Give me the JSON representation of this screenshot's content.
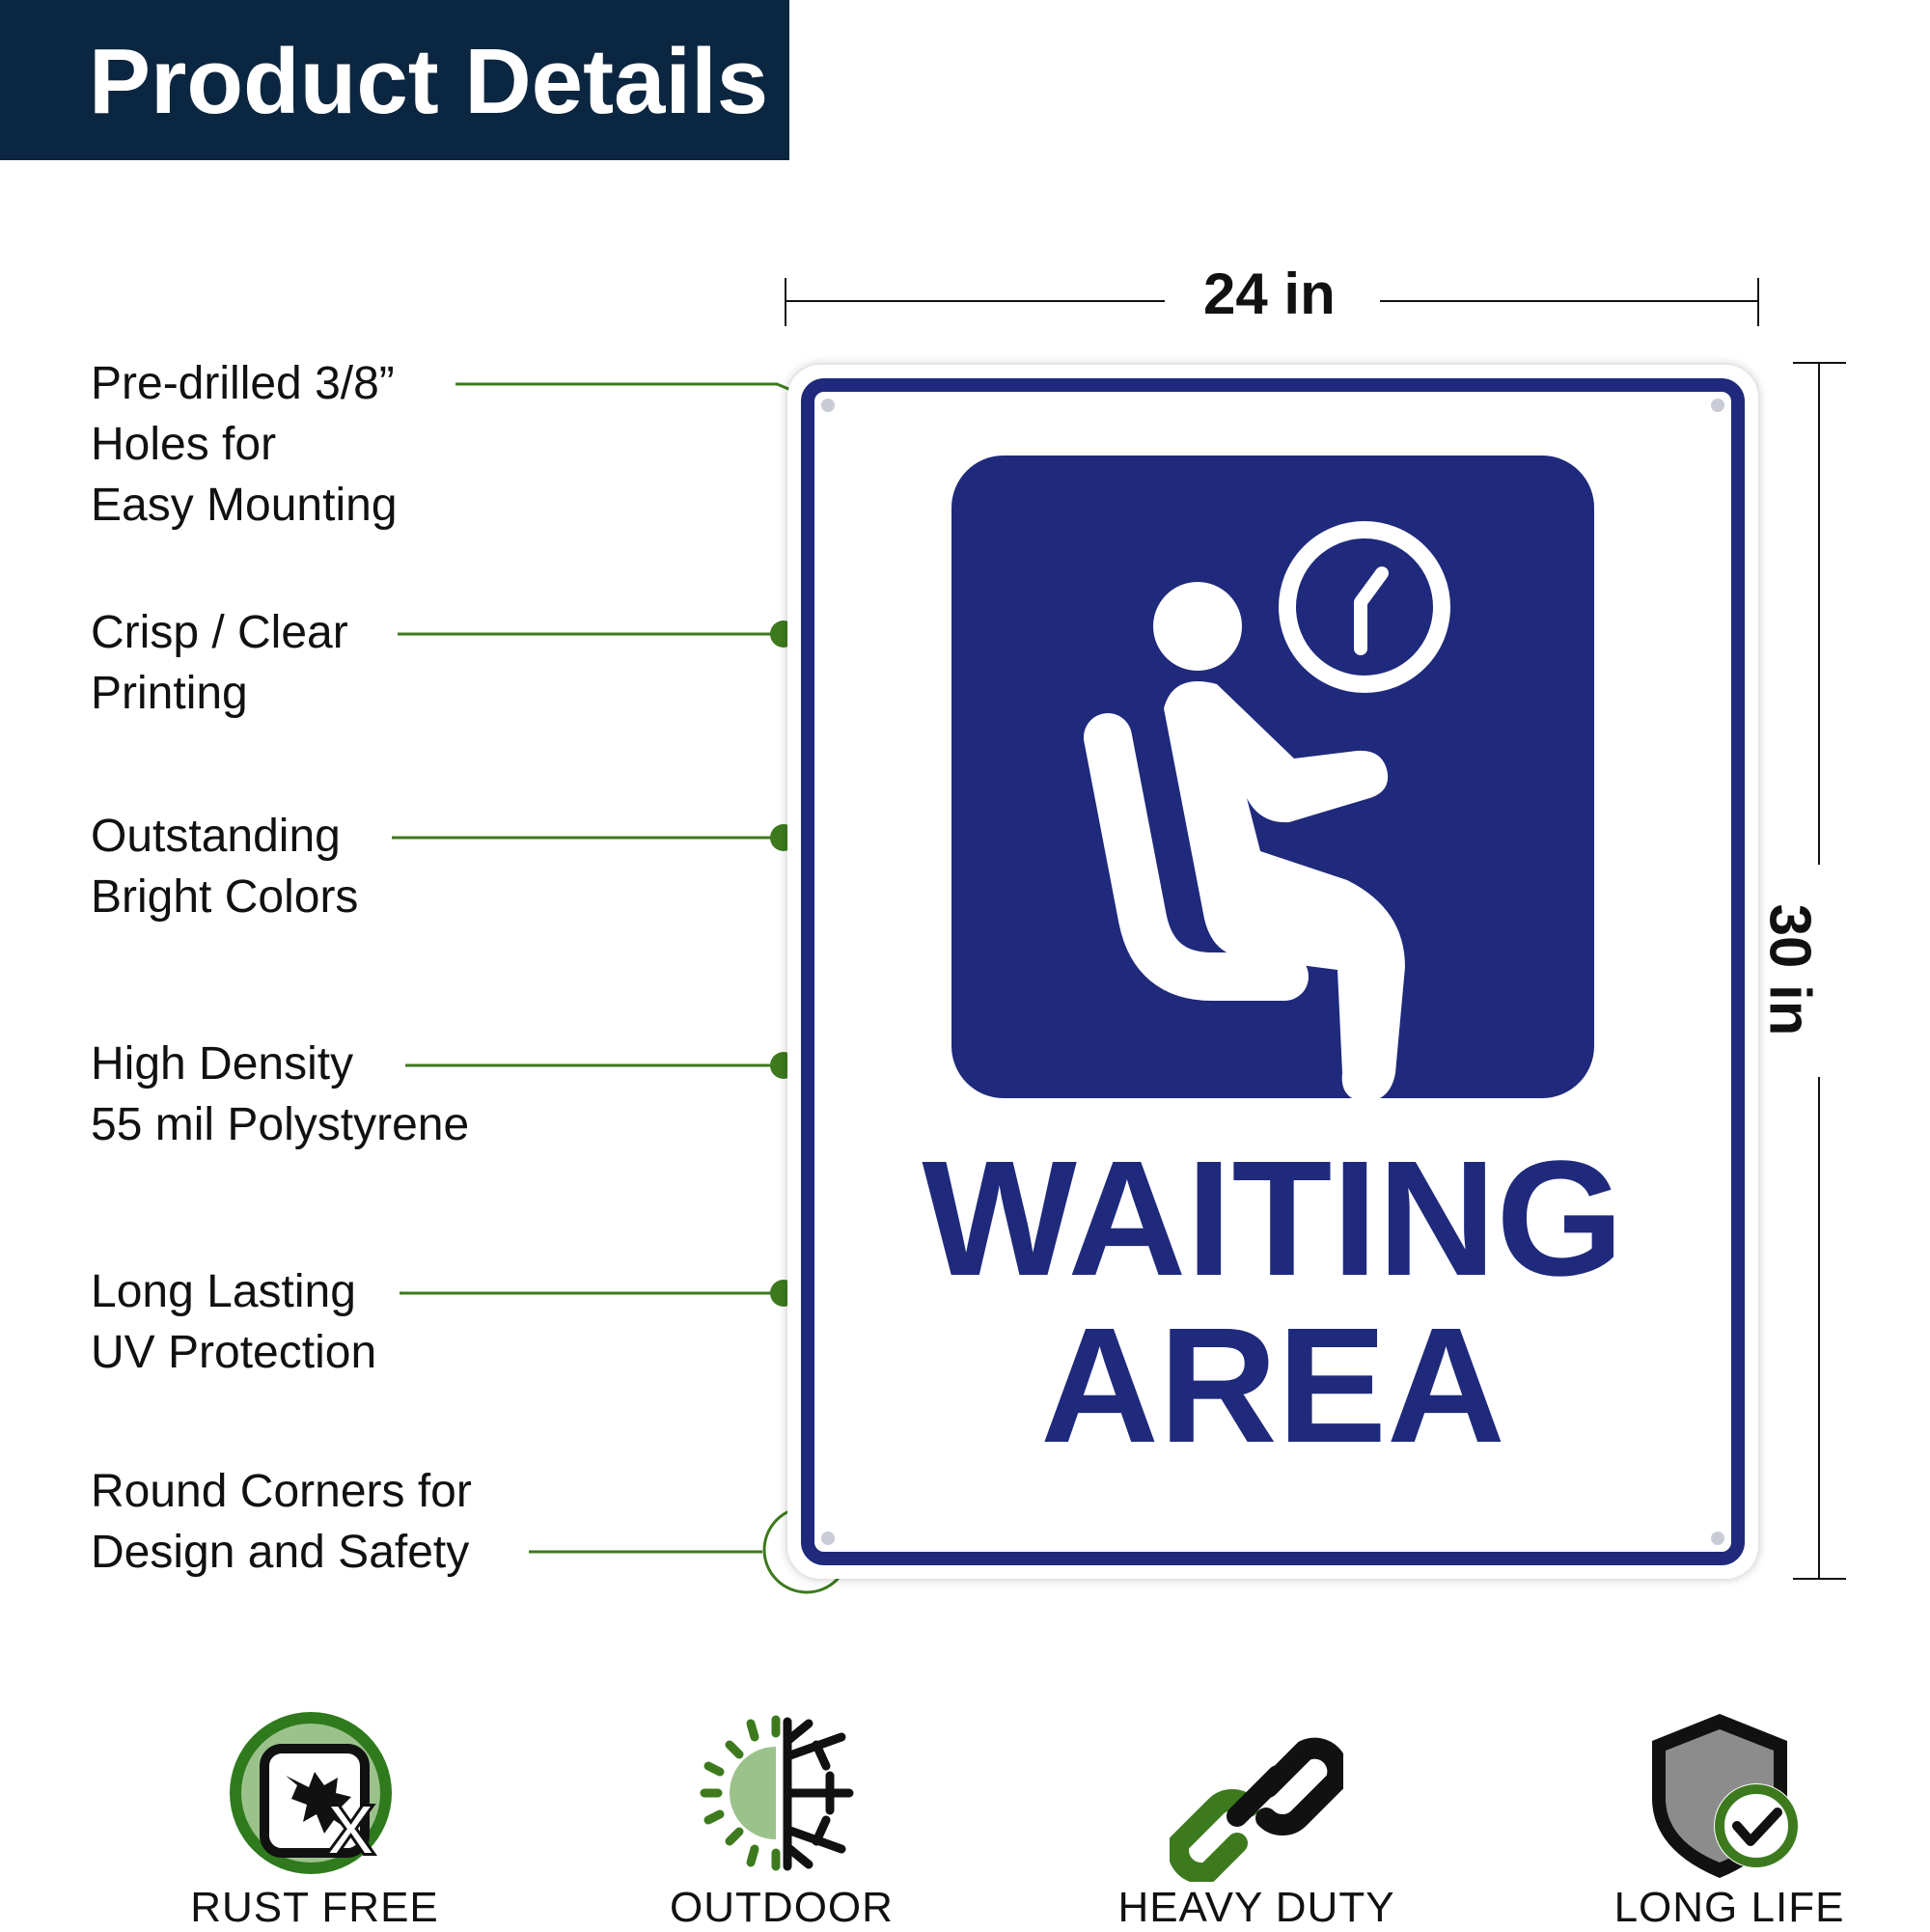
{
  "header": {
    "title": "Product Details"
  },
  "dimensions": {
    "width_label": "24 in",
    "height_label": "30 in"
  },
  "features": [
    {
      "lines": [
        "Pre-drilled 3/8”",
        "Holes for",
        "Easy Mounting"
      ]
    },
    {
      "lines": [
        "Crisp / Clear",
        "Printing"
      ]
    },
    {
      "lines": [
        "Outstanding",
        "Bright Colors"
      ]
    },
    {
      "lines": [
        "High Density",
        "55 mil Polystyrene"
      ]
    },
    {
      "lines": [
        "Long Lasting",
        "UV Protection"
      ]
    },
    {
      "lines": [
        "Round Corners for",
        "Design and Safety"
      ]
    }
  ],
  "sign": {
    "line1": "WAITING",
    "line2": "AREA",
    "icon": "waiting-person-clock-icon",
    "colors": {
      "blue": "#1f2a7c",
      "white": "#ffffff"
    }
  },
  "badges": [
    {
      "label": "RUST FREE",
      "icon": "rust-free-icon"
    },
    {
      "label": "OUTDOOR",
      "icon": "sun-snowflake-icon"
    },
    {
      "label": "HEAVY DUTY",
      "icon": "chain-link-icon"
    },
    {
      "label": "LONG LIFE",
      "icon": "shield-check-icon"
    }
  ],
  "colors": {
    "header_bg": "#0b2640",
    "accent_green": "#3d7a1e",
    "sign_blue": "#1f2a7c"
  }
}
